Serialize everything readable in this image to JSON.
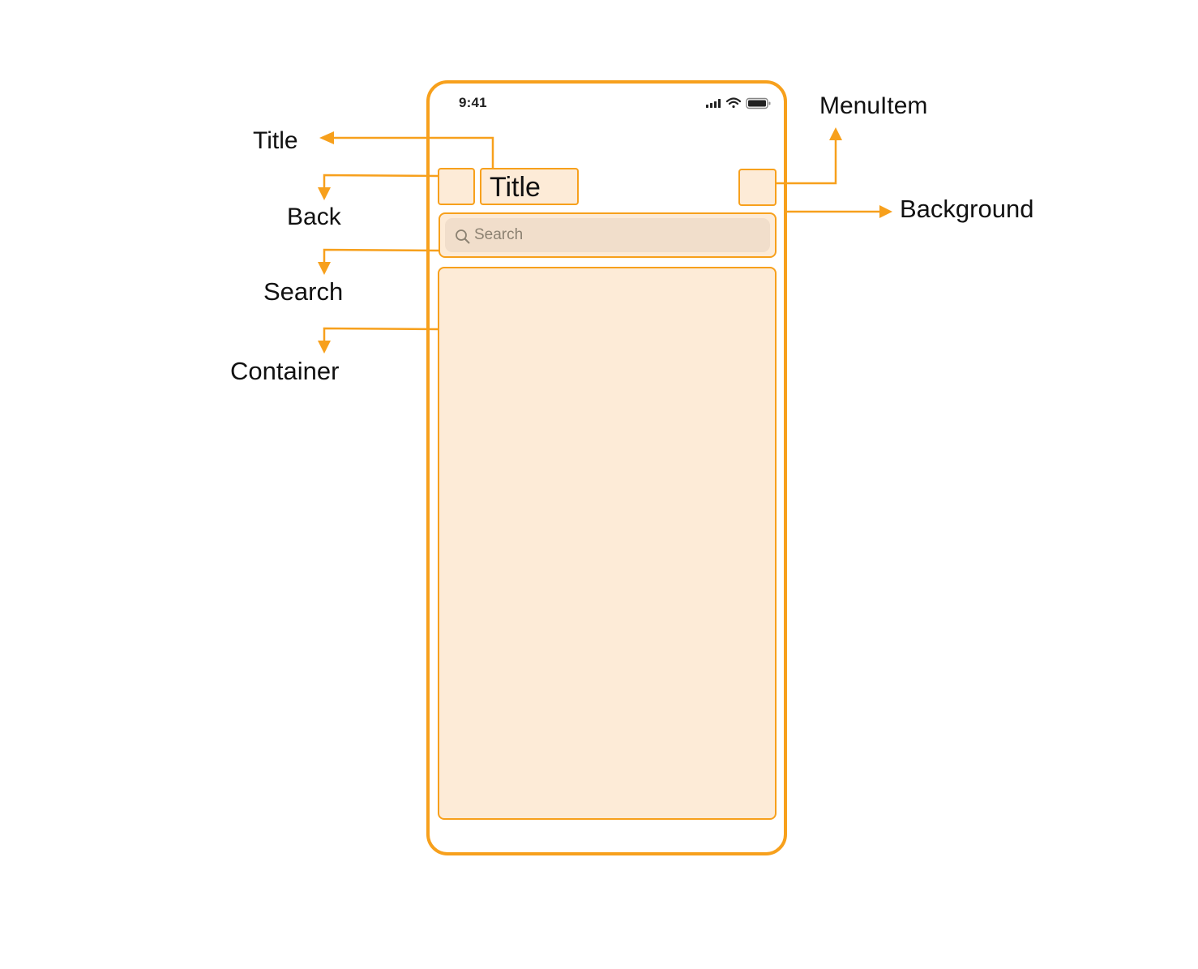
{
  "status_bar": {
    "time": "9:41",
    "icons": [
      "cellular-signal-icon",
      "wifi-icon",
      "battery-icon"
    ]
  },
  "phone": {
    "nav_title": "Title",
    "search_placeholder": "Search"
  },
  "callouts": {
    "title": "Title",
    "back": "Back",
    "search": "Search",
    "container": "Container",
    "menu_item": "MenuItem",
    "background": "Background"
  },
  "colors": {
    "accent": "#f7a01c",
    "fill": "#fdebd7",
    "search_field": "#f1decb"
  }
}
